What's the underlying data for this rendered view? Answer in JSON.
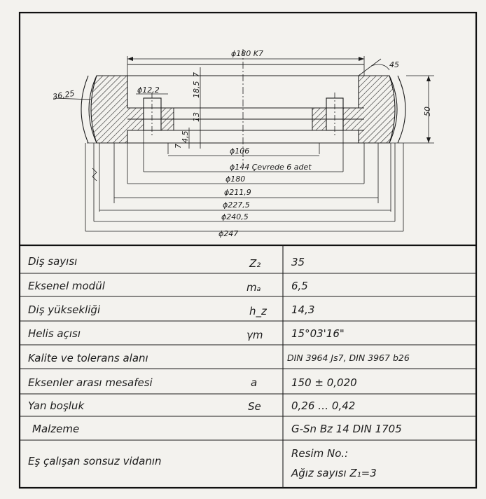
{
  "drawing": {
    "dimensions": {
      "bore_top": "ϕ180 K7",
      "chamfer_angle": "45",
      "radius": "36,25",
      "width": "50",
      "hole_dia": "ϕ12,2",
      "hole_depth_13": "13",
      "hole_depth_185": "18,5",
      "val_45": "4,5",
      "val_7a": "7",
      "val_7b": "7",
      "d106": "ϕ106",
      "d144": "ϕ144 Çevrede 6 adet",
      "d180": "ϕ180",
      "d2119": "ϕ211,9",
      "d2275": "ϕ227,5",
      "d2405": "ϕ240,5",
      "d247": "ϕ247"
    }
  },
  "table": {
    "rows": [
      {
        "label": "Diş sayısı",
        "symbol": "Z₂",
        "value": "35"
      },
      {
        "label": "Eksenel modül",
        "symbol": "mₐ",
        "value": "6,5"
      },
      {
        "label": "Diş yüksekliği",
        "symbol": "h_z",
        "value": "14,3"
      },
      {
        "label": "Helis açısı",
        "symbol": "γm",
        "value": "15°03'16\""
      },
      {
        "label": "Kalite ve tolerans alanı",
        "symbol": "",
        "value": "DIN 3964 Js7, DIN 3967 b26"
      },
      {
        "label": "Eksenler arası mesafesi",
        "symbol": "a",
        "value": "150 ± 0,020"
      },
      {
        "label": "Yan boşluk",
        "symbol": "Se",
        "value": "0,26 … 0,42"
      },
      {
        "label": "Malzeme",
        "symbol": "",
        "value": "G-Sn Bz 14 DIN 1705"
      }
    ],
    "last_row": {
      "label": "Eş çalışan sonsuz vidanın",
      "value_line1": "Resim No.:",
      "value_line2": "Ağız sayısı Z₁=3"
    }
  }
}
